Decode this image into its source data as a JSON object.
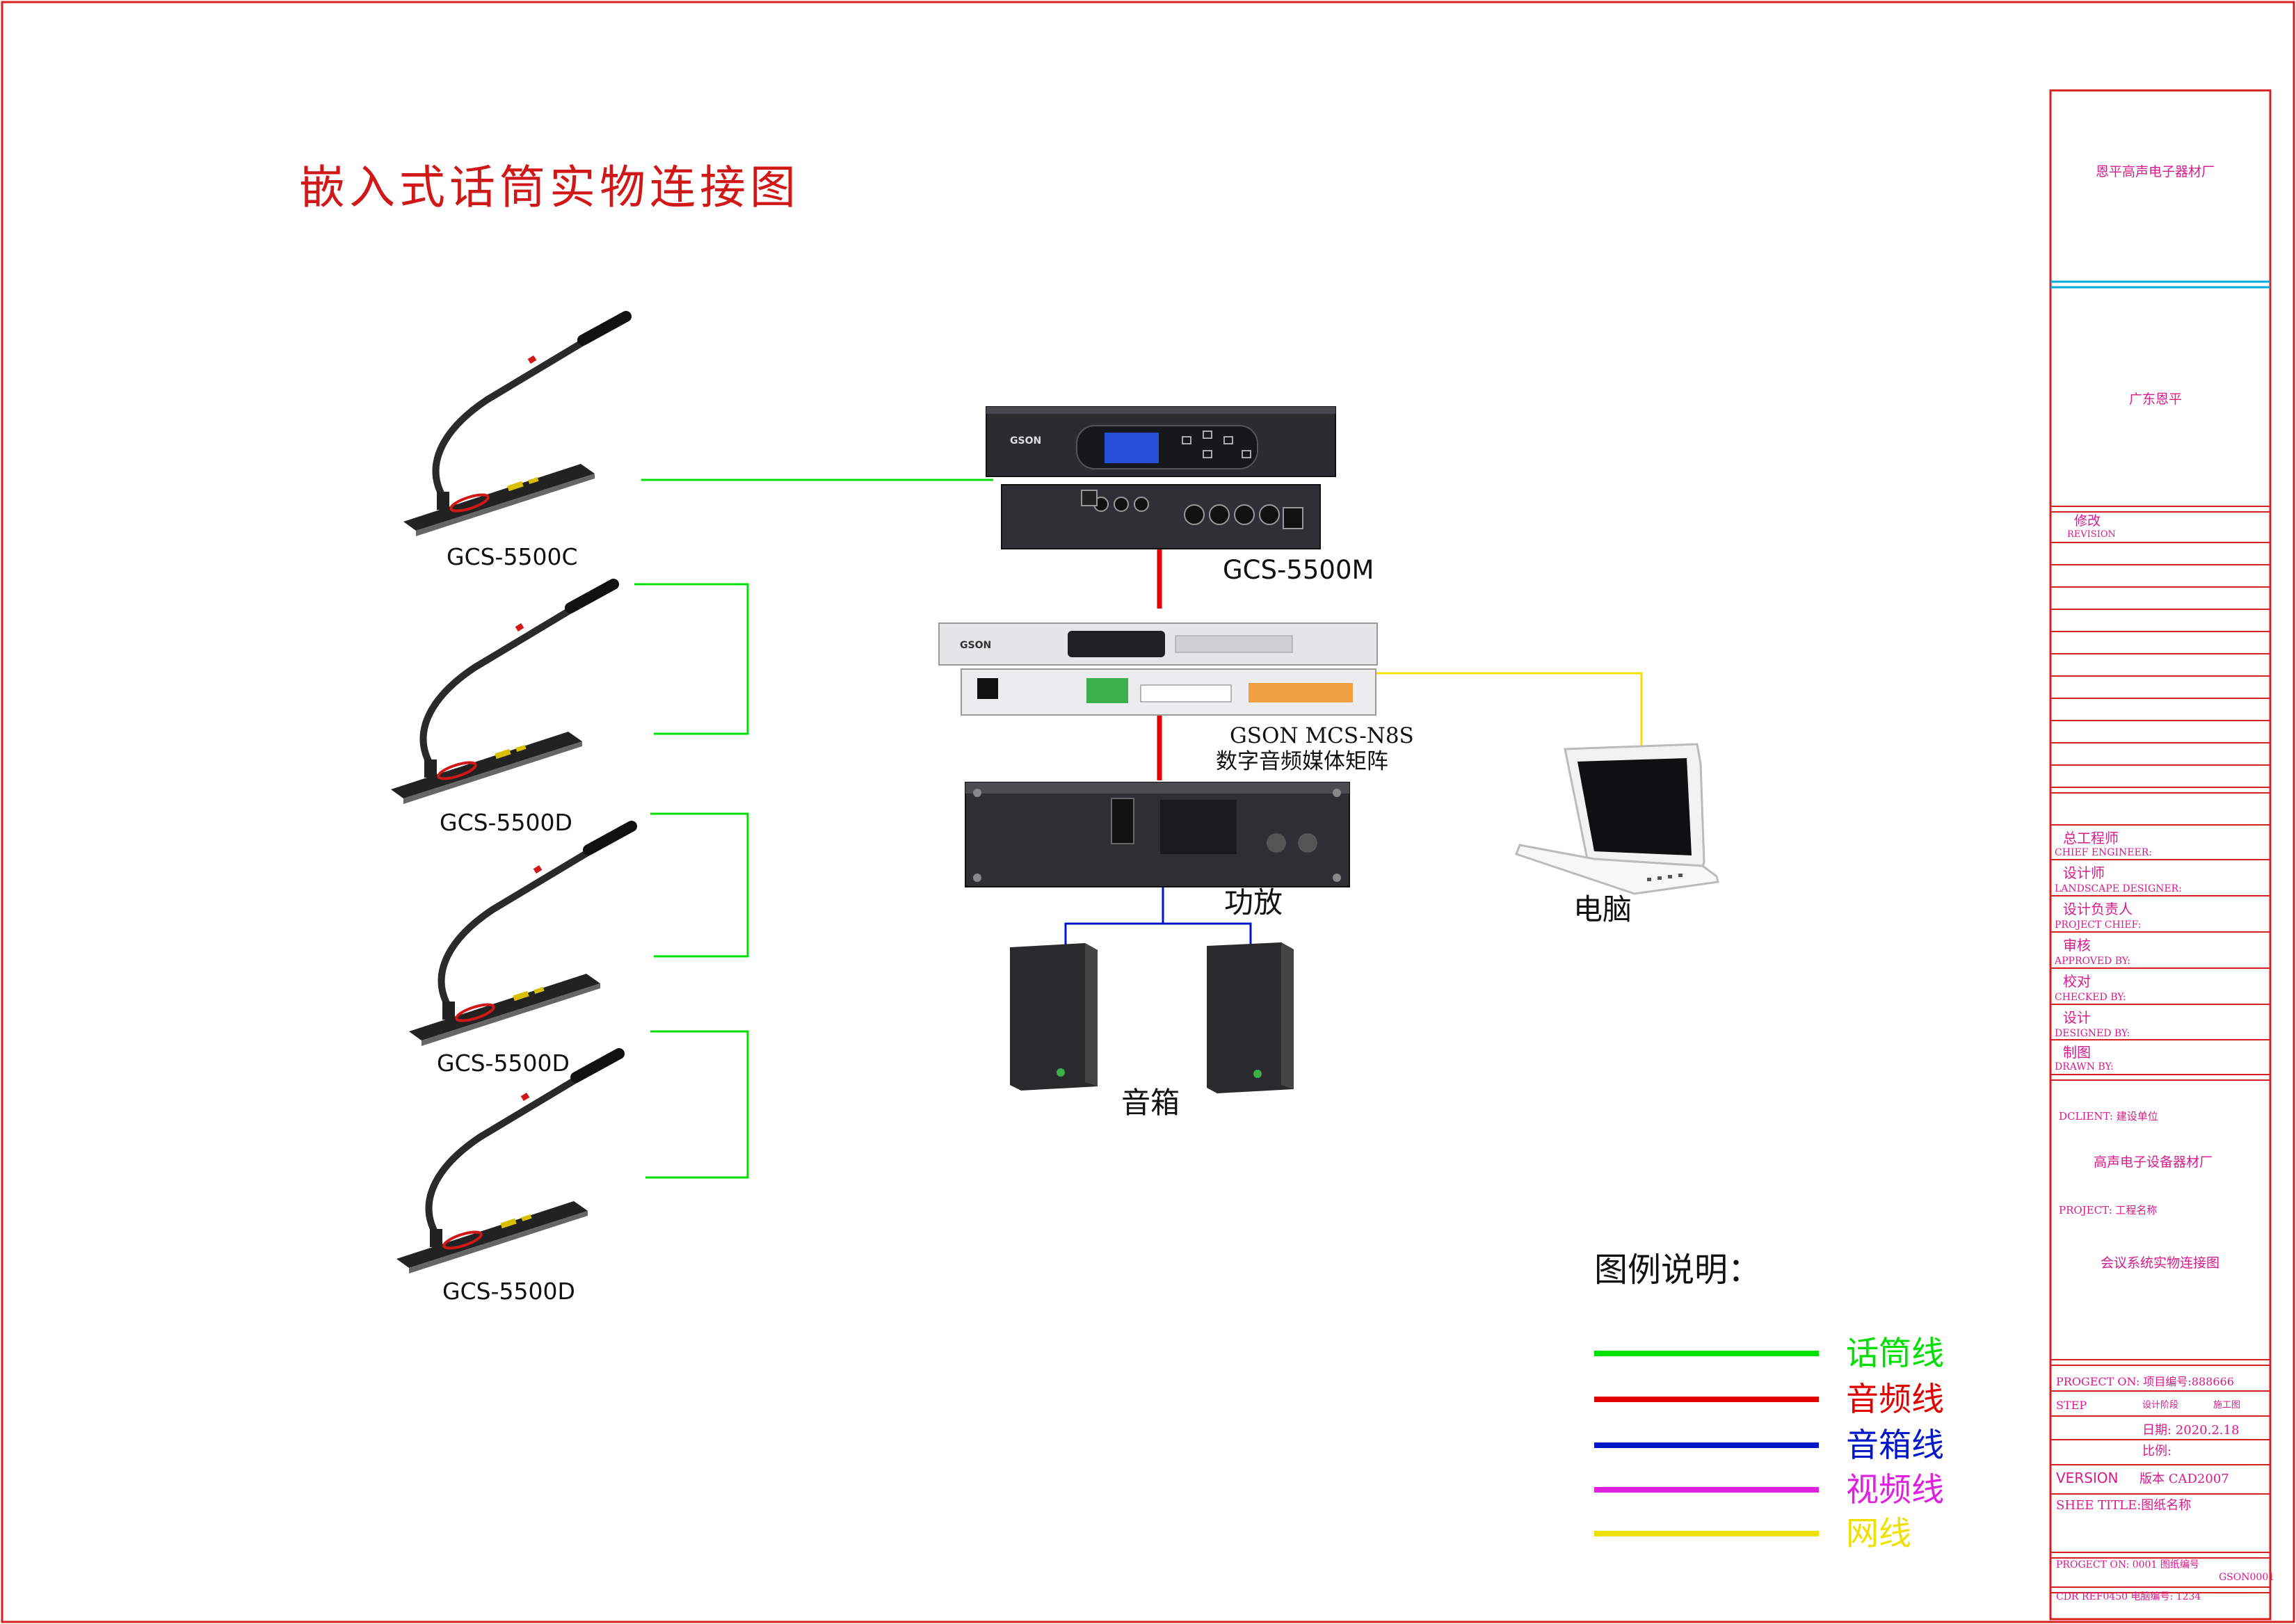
{
  "title": "嵌入式话筒实物连接图",
  "devices": {
    "mic_chairman": "GCS-5500C",
    "mic_delegate_1": "GCS-5500D",
    "mic_delegate_2": "GCS-5500D",
    "mic_delegate_3": "GCS-5500D",
    "host": "GCS-5500M",
    "matrix_line1": "GSON  MCS-N8S",
    "matrix_line2": "数字音频媒体矩阵",
    "amplifier": "功放",
    "speakers": "音箱",
    "computer": "电脑"
  },
  "legend": {
    "heading": "图例说明：",
    "items": [
      {
        "label": "话筒线",
        "color": "#00e000"
      },
      {
        "label": "音频线",
        "color": "#e00000"
      },
      {
        "label": "音箱线",
        "color": "#0018c8"
      },
      {
        "label": "视频线",
        "color": "#e020e0"
      },
      {
        "label": "网线",
        "color": "#f0e000"
      }
    ]
  },
  "title_block": {
    "company": "恩平高声电子器材厂",
    "region": "广东恩平",
    "revision_cn": "修改",
    "revision_en": "REVISION",
    "roles": [
      {
        "cn": "总工程师",
        "en": "CHIEF ENGINEER:"
      },
      {
        "cn": "设计师",
        "en": "LANDSCAPE DESIGNER:"
      },
      {
        "cn": "设计负责人",
        "en": "PROJECT CHIEF:"
      },
      {
        "cn": "审核",
        "en": "APPROVED BY:"
      },
      {
        "cn": "校对",
        "en": "CHECKED BY:"
      },
      {
        "cn": "设计",
        "en": "DESIGNED BY:"
      },
      {
        "cn": "制图",
        "en": "DRAWN BY:"
      }
    ],
    "client_label": "DCLIENT: 建设单位",
    "client_name": "高声电子设备器材厂",
    "project_label": "PROJECT: 工程名称",
    "project_name": "会议系统实物连接图",
    "project_no": "PROGECT ON: 项目编号:888666",
    "step": "STEP",
    "step_stage": "设计阶段",
    "step_value": "施工图",
    "date": "日期: 2020.2.18",
    "scale": "比例:",
    "version_label": "VERSION",
    "version_value": "版本  CAD2007",
    "sheet_title": "SHEE TITLE:图纸名称",
    "drawing_no": "PROGECT ON: 0001 图纸编号",
    "drawing_code": "GSON0001",
    "cdr_ref": "CDR REF0450 电脑编号: 1234"
  },
  "colors": {
    "border": "#d92020",
    "title_text": "#d01818",
    "frame_cyan": "#00a8d8",
    "block_text": "#d81b8c",
    "mic_line": "#00e000",
    "audio_line": "#e00000",
    "speaker_line": "#0018c8",
    "net_line": "#f0e000"
  }
}
